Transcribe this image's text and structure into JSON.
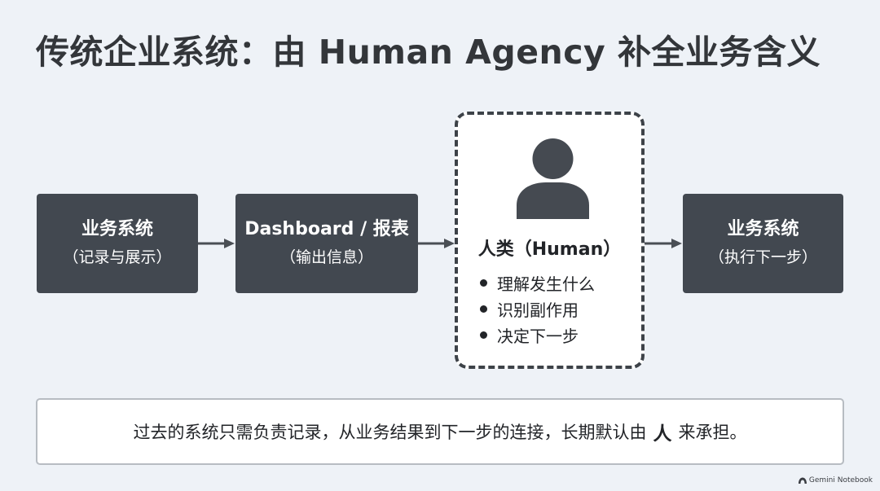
{
  "title": "传统企业系统：由 Human Agency 补全业务含义",
  "flow": {
    "box1": {
      "title": "业务系统",
      "subtitle": "（记录与展示）"
    },
    "box2": {
      "title": "Dashboard / 报表",
      "subtitle": "（输出信息）"
    },
    "human": {
      "icon": "person-icon",
      "title": "人类（Human）",
      "bullets": [
        "理解发生什么",
        "识别副作用",
        "决定下一步"
      ]
    },
    "box4": {
      "title": "业务系统",
      "subtitle": "（执行下一步）"
    }
  },
  "summary": {
    "before": "过去的系统只需负责记录，从业务结果到下一步的连接，长期默认由",
    "highlight": "人",
    "after": "来承担。"
  },
  "watermark": {
    "icon": "gemini-icon",
    "text": "Gemini Notebook"
  },
  "colors": {
    "background": "#eef2f7",
    "box": "#424850",
    "box_text": "#ffffff",
    "accent_dark": "#3d4248"
  }
}
